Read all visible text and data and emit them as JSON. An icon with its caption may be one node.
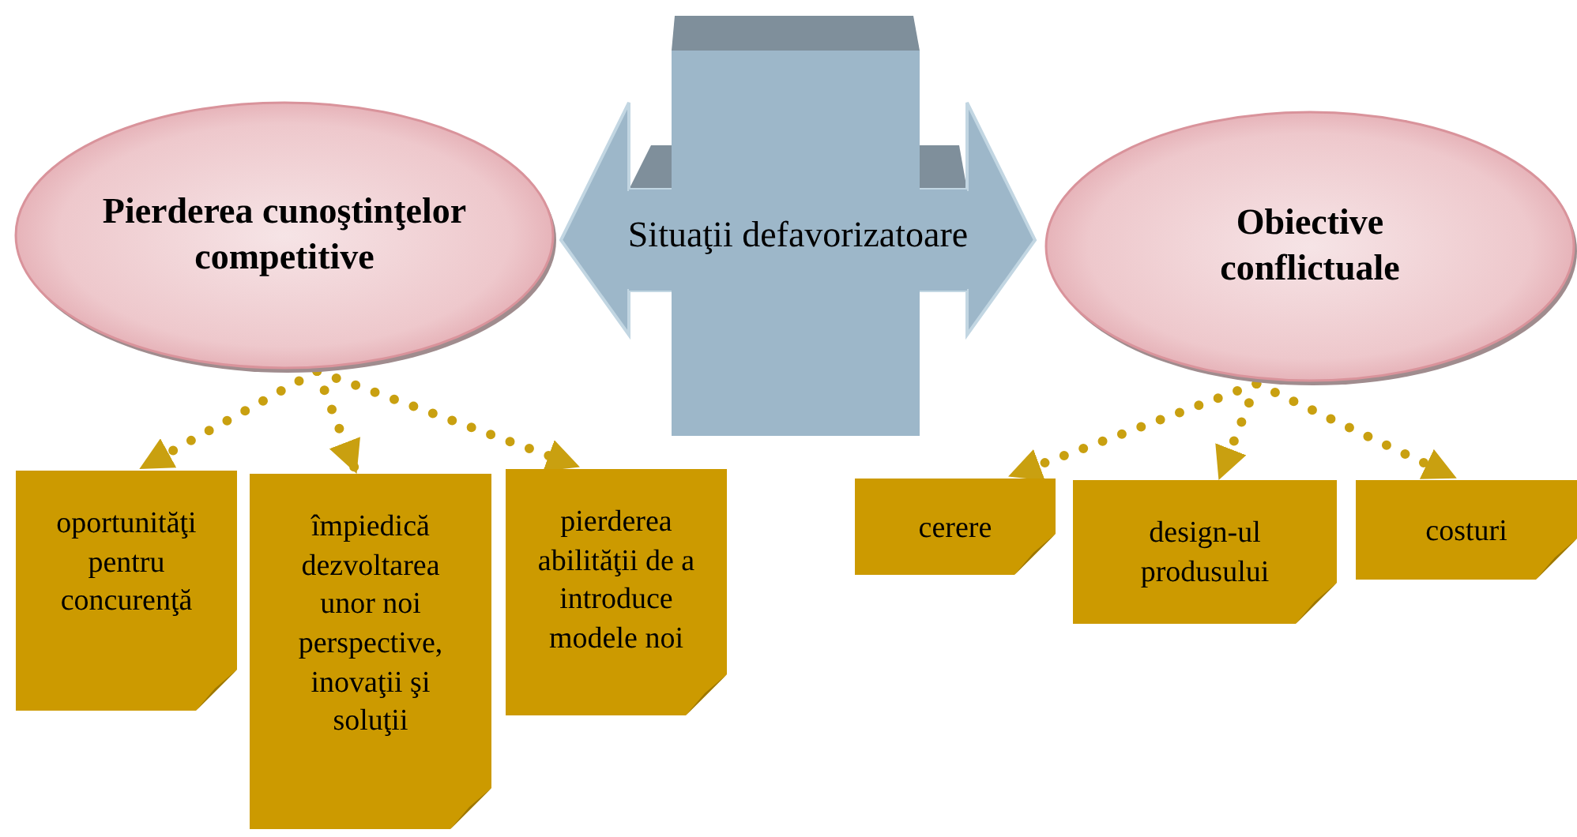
{
  "diagram": {
    "nodes": [
      {
        "text": [
          "Pierderea cunoştinţelor competitive"
        ]
      },
      {
        "text": [
          "Situaţii defavorizatoare"
        ]
      },
      {
        "text": [
          "Obiective conflictuale"
        ]
      },
      {
        "text": [
          "oportunităţi pentru concurenţă"
        ]
      },
      {
        "text": [
          "împiedică dezvoltarea unor noi perspective, inovaţii şi soluţii"
        ]
      },
      {
        "text": [
          "pierderea abilităţii de a introduce modele noi"
        ]
      },
      {
        "text": [
          "cerere"
        ]
      },
      {
        "text": [
          "design-ul produsului"
        ]
      },
      {
        "text": [
          "costuri"
        ]
      }
    ],
    "edges": [
      {
        "from": 0,
        "to": 3,
        "arrow": "to"
      },
      {
        "from": 0,
        "to": 4,
        "arrow": "to"
      },
      {
        "from": 0,
        "to": 5,
        "arrow": "to"
      },
      {
        "from": 2,
        "to": 6,
        "arrow": "to"
      },
      {
        "from": 2,
        "to": 7,
        "arrow": "to"
      },
      {
        "from": 2,
        "to": 8,
        "arrow": "to"
      }
    ]
  }
}
